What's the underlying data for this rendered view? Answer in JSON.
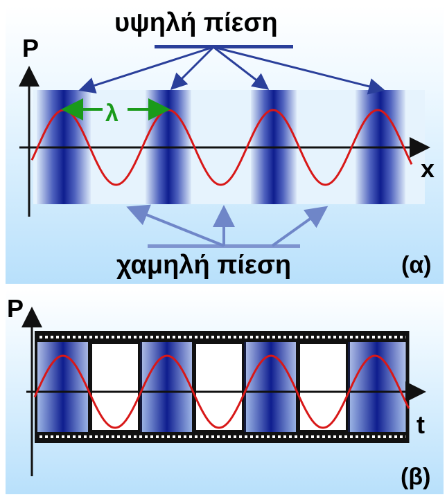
{
  "panel_a": {
    "high_pressure_label": "υψηλή πίεση",
    "low_pressure_label": "χαμηλή πίεση",
    "y_axis_label": "P",
    "x_axis_label": "x",
    "wavelength_label": "λ",
    "panel_label": "(α)"
  },
  "panel_b": {
    "y_axis_label": "P",
    "x_axis_label": "t",
    "panel_label": "(β)"
  },
  "colors": {
    "wave": "#d81818",
    "compression": "#1a2fa8",
    "background_light": "#cfeafc",
    "wavelength_arrow": "#1a9a1a",
    "pointer_arrow": "#2f4fa8"
  }
}
